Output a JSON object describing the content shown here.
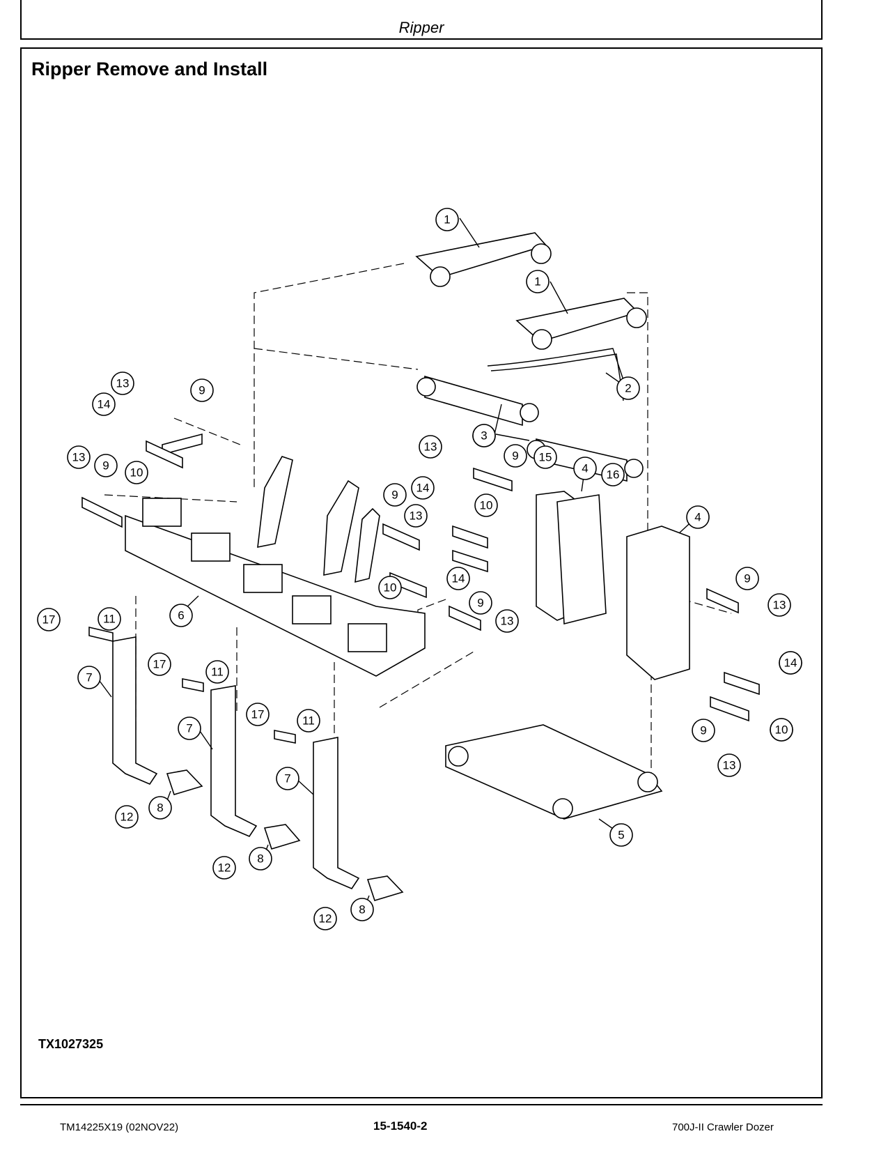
{
  "header": {
    "section": "Ripper"
  },
  "page": {
    "title": "Ripper Remove and Install",
    "figure_id": "TX1027325"
  },
  "callouts": [
    {
      "label": "1"
    },
    {
      "label": "1"
    },
    {
      "label": "2"
    },
    {
      "label": "3"
    },
    {
      "label": "3"
    },
    {
      "label": "4"
    },
    {
      "label": "4"
    },
    {
      "label": "5"
    },
    {
      "label": "6"
    },
    {
      "label": "7"
    },
    {
      "label": "7"
    },
    {
      "label": "7"
    },
    {
      "label": "8"
    },
    {
      "label": "8"
    },
    {
      "label": "8"
    },
    {
      "label": "9"
    },
    {
      "label": "9"
    },
    {
      "label": "9"
    },
    {
      "label": "9"
    },
    {
      "label": "9"
    },
    {
      "label": "9"
    },
    {
      "label": "9"
    },
    {
      "label": "10"
    },
    {
      "label": "10"
    },
    {
      "label": "10"
    },
    {
      "label": "10"
    },
    {
      "label": "10"
    },
    {
      "label": "11"
    },
    {
      "label": "11"
    },
    {
      "label": "11"
    },
    {
      "label": "12"
    },
    {
      "label": "12"
    },
    {
      "label": "12"
    },
    {
      "label": "13"
    },
    {
      "label": "13"
    },
    {
      "label": "13"
    },
    {
      "label": "13"
    },
    {
      "label": "13"
    },
    {
      "label": "13"
    },
    {
      "label": "13"
    },
    {
      "label": "14"
    },
    {
      "label": "14"
    },
    {
      "label": "14"
    },
    {
      "label": "14"
    },
    {
      "label": "14"
    },
    {
      "label": "15"
    },
    {
      "label": "16"
    },
    {
      "label": "17"
    },
    {
      "label": "17"
    },
    {
      "label": "17"
    }
  ],
  "footer": {
    "doc": "TM14225X19 (02NOV22)",
    "page_number": "15-1540-2",
    "machine": "700J-II Crawler Dozer"
  }
}
